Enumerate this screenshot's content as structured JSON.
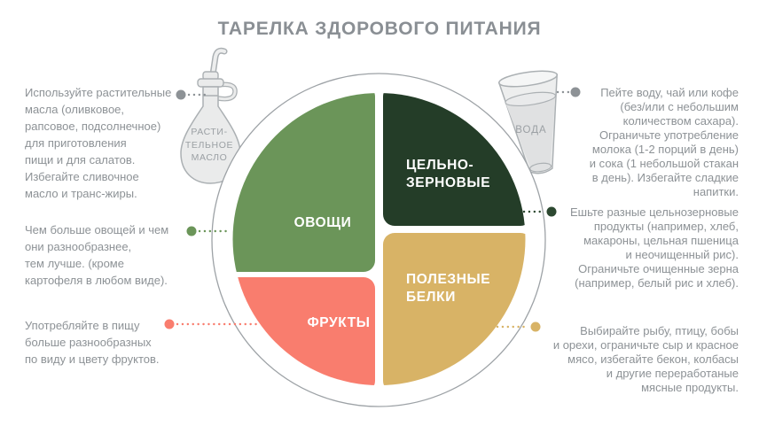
{
  "title": "ТАРЕЛКА ЗДОРОВОГО ПИТАНИЯ",
  "colors": {
    "vegetables": "#6B9559",
    "whole_grains": "#243D28",
    "fruits": "#F97D6E",
    "proteins": "#D8B366",
    "connector_gray": "#8D9296",
    "grains_dot": "#2C4830",
    "plate_stroke": "#9DA2A6",
    "icon_fill": "#EAEBEB",
    "icon_stroke": "#ABB0B3",
    "water_fill": "#E0E1E2",
    "text_gray": "#8D9296"
  },
  "sections": {
    "vegetables": {
      "label": "ОВОЩИ",
      "color": "#6B9559",
      "note": "Чем больше овощей и чем\nони разнообразнее,\nтем лучше. (кроме\nкартофеля в любом виде)."
    },
    "whole_grains": {
      "label": "ЦЕЛЬНО-\nЗЕРНОВЫЕ",
      "color": "#243D28",
      "dot_color": "#2C4830",
      "note": "Ешьте разные цельнозерновые\nпродукты (например, хлеб,\nмакароны, цельная пшеница\nи неочищенный рис).\nОграничьте очищенные зерна\n(например, белый рис и хлеб)."
    },
    "fruits": {
      "label": "ФРУКТЫ",
      "color": "#F97D6E",
      "note": "Употребляйте в пищу\nбольше разнообразных\nпо виду и цвету фруктов."
    },
    "proteins": {
      "label": "ПОЛЕЗНЫЕ\nБЕЛКИ",
      "color": "#D8B366",
      "note": "Выбирайте рыбу, птицу, бобы\nи орехи, ограничьте сыр и красное\nмясо, избегайте бекон, колбасы\nи другие переработаные\nмясные продукты."
    }
  },
  "icons": {
    "oil": {
      "name": "oil-bottle-icon",
      "label": "РАСТИ-\nТЕЛЬНОЕ\nМАСЛО",
      "note": "Используйте растительные\nмасла (оливковое,\nрапсовое, подсолнечное)\nдля приготовления\nпищи и для салатов.\nИзбегайте сливочное\nмасло и транс-жиры."
    },
    "water": {
      "name": "water-glass-icon",
      "label": "ВОДА",
      "note": "Пейте воду, чай или кофе\n(без/или с небольшим\nколичеством сахара).\nОграничьте употребление\nмолока (1-2 порций в день)\nи сока (1 небольшой стакан\nв день). Избегайте сладкие\nнапитки."
    }
  }
}
